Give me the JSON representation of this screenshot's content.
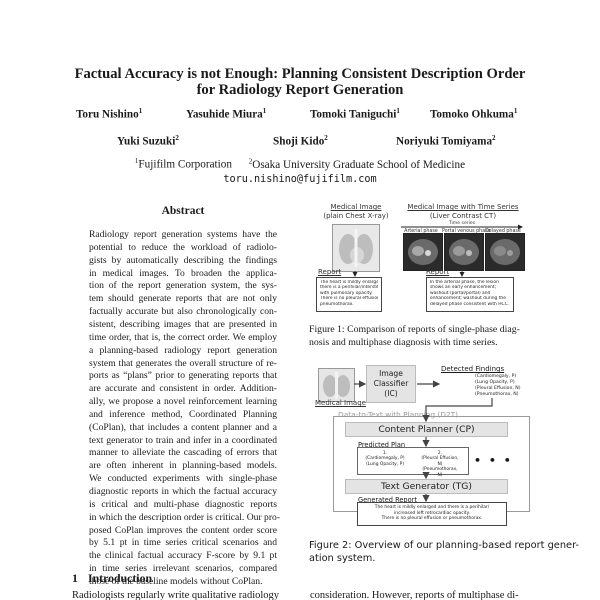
{
  "paper": {
    "title_line1": "Factual Accuracy is not Enough: Planning Consistent Description Order",
    "title_line2": "for Radiology Report Generation",
    "authors_row1": [
      {
        "name": "Toru Nishino",
        "sup": "1"
      },
      {
        "name": "Yasuhide Miura",
        "sup": "1"
      },
      {
        "name": "Tomoki Taniguchi",
        "sup": "1"
      },
      {
        "name": "Tomoko Ohkuma",
        "sup": "1"
      }
    ],
    "authors_row2": [
      {
        "name": "Yuki Suzuki",
        "sup": "2"
      },
      {
        "name": "Shoji Kido",
        "sup": "2"
      },
      {
        "name": "Noriyuki Tomiyama",
        "sup": "2"
      }
    ],
    "affiliation1_sup": "1",
    "affiliation1": "Fujifilm Corporation",
    "affiliation2_sup": "2",
    "affiliation2": "Osaka University Graduate School of Medicine",
    "email": "toru.nishino@fujifilm.com"
  },
  "abstract": {
    "heading": "Abstract",
    "lines": [
      "Radiology report generation systems have the",
      "potential to reduce the workload of radiolo-",
      "gists by automatically describing the findings",
      "in medical images. To broaden the applica-",
      "tion of the report generation system, the sys-",
      "tem should generate reports that are not only",
      "factually accurate but also chronologically con-",
      "sistent, describing images that are presented in",
      "time order, that is, the correct order. We employ",
      "a planning-based radiology report generation",
      "system that generates the overall structure of re-",
      "ports as “plans” prior to generating reports that",
      "are accurate and consistent in order. Addition-",
      "ally, we propose a novel reinforcement learning",
      "and inference method, Coordinated Planning",
      "(CoPlan), that includes a content planner and a",
      "text generator to train and infer in a coordinated",
      "manner to alleviate the cascading of errors that",
      "are often inherent in planning-based models.",
      "We conducted experiments with single-phase",
      "diagnostic reports in which the factual accuracy",
      "is critical and multi-phase diagnostic reports",
      "in which the description order is critical. Our pro-",
      "posed CoPlan improves the content order score",
      "by 5.1 pt in time series critical scenarios and",
      "the clinical factual accuracy F-score by 9.1 pt",
      "in time series irrelevant scenarios, compared",
      "those of the baseline models without CoPlan."
    ]
  },
  "section1": {
    "number": "1",
    "title": "Introduction"
  },
  "bottom_left": "Radiologists regularly write qualitative radiology",
  "bottom_right": "consideration. However, reports of multiphase di-",
  "figure1": {
    "label_left_line1": "Medical Image",
    "label_left_line2": "(plain Chest X-ray)",
    "label_right_line1": "Medical Image with Time Series",
    "label_right_line2": "(Liver Contrast CT)",
    "timeseries_label": "Time series",
    "phases": [
      "Arterial phase",
      "Portal venous phase",
      "Delayed phase"
    ],
    "report_label": "Report",
    "report_left_lines": [
      "The heart is mildly enlarged and",
      "there is a perihilar/interstitial",
      "with pulmonary opacity.",
      "There is no pleural effusion or",
      "pneumothorax."
    ],
    "report_right_lines": [
      "In the arterial phase, the lesion",
      "shows an early enhancement;",
      "washout (portal/portal) and",
      "enhancement; washout during the",
      "delayed phase consistent with HCC."
    ],
    "caption_lines": [
      "Figure 1: Comparison of reports of single-phase diag-",
      "nosis and multiphase diagnosis with time series."
    ]
  },
  "figure2": {
    "medical_image_label": "Medical Image",
    "classifier_line1": "Image",
    "classifier_line2": "Classifier",
    "classifier_line3": "(IC)",
    "detected_findings_label": "Detected Findings",
    "findings": [
      "(Cardiomegaly, P)",
      "(Lung Opacity, P)",
      "(Pleural Effusion, N)",
      "(Pneumothorax, N)"
    ],
    "d2t_label": "Data-to-Text with Planning (D2T)",
    "content_planner": "Content Planner (CP)",
    "predicted_plan_label": "Predicted Plan",
    "plan_steps": [
      {
        "idx": "1.",
        "line1": "(Cardiomegaly, P)",
        "line2": "(Lung Opacity, P)"
      },
      {
        "idx": "2.",
        "line1": "(Pleural Effusion, N)",
        "line2": "(Pneumothorax, N)"
      }
    ],
    "plan_ellipsis": "• • •",
    "text_generator": "Text Generator (TG)",
    "generated_report_label": "Generated Report",
    "generated_report_lines": [
      "The heart is mildly enlarged and there is a perihilar/",
      "increased left retrocardiac opacity.",
      "There is no pleural effusion or pneumothorax."
    ],
    "caption_lines": [
      "Figure 2: Overview of our planning-based report gener-",
      "ation system."
    ]
  }
}
